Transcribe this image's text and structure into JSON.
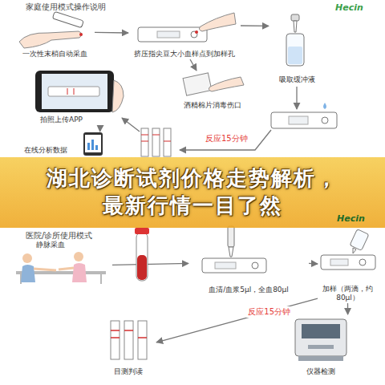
{
  "diagram": {
    "title": "湖北诊断试剂价格走势解析， 最新行情一目了然",
    "nodes": [
      {
        "text": [
          "一次性末梢自动采血"
        ]
      },
      {
        "text": [
          "挤压指尖豆大小血样点到加样孔"
        ]
      },
      {
        "text": [
          "吸取缓冲液"
        ]
      },
      {
        "text": [
          "酒精棉片消毒伤口"
        ]
      },
      {
        "text": [
          "拍照上传APP"
        ]
      },
      {
        "text": [
          "在线分析数据"
        ]
      },
      {
        "text": [
          "静脉采血"
        ]
      },
      {
        "text": [
          "血清/血浆5μl，全血80μl"
        ]
      },
      {
        "text": [
          "加样（两滴，约 80μl）"
        ]
      },
      {
        "text": [
          "目测判读"
        ]
      },
      {
        "text": [
          "仪器检测"
        ]
      }
    ],
    "edges": [
      {
        "from": 0,
        "to": 1,
        "arrow": "to"
      },
      {
        "from": 1,
        "to": 2,
        "arrow": "to"
      },
      {
        "from": 1,
        "to": 3,
        "arrow": "to"
      },
      {
        "from": 4,
        "to": 5,
        "arrow": "to"
      },
      {
        "from": 6,
        "to": 7,
        "arrow": "to"
      },
      {
        "from": 7,
        "to": 8,
        "arrow": "to"
      },
      {
        "from": 8,
        "to": 9,
        "label": "反应15分钟",
        "arrow": "to"
      },
      {
        "from": 8,
        "to": 10,
        "arrow": "to"
      }
    ],
    "labels": [
      "家庭使用模式操作说明",
      "Hecin",
      "反应15分钟",
      "医院/诊所使用模式",
      "Hecin"
    ]
  }
}
